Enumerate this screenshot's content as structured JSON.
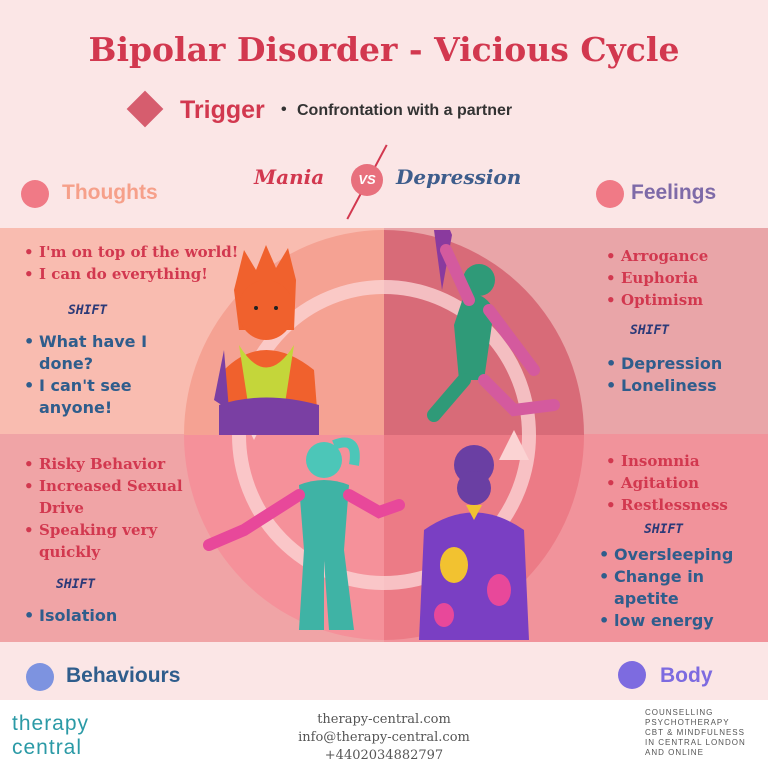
{
  "title": "Bipolar Disorder - Vicious Cycle",
  "trigger": {
    "label": "Trigger",
    "bullet": "•",
    "text": "Confrontation with a partner"
  },
  "versus": {
    "left": "Mania",
    "middle": "VS",
    "right": "Depression"
  },
  "categories": {
    "thoughts": {
      "label": "Thoughts",
      "color": "#f07a86",
      "label_color": "#f6a08a"
    },
    "feelings": {
      "label": "Feelings",
      "color": "#f07a86",
      "label_color": "#7e6aa8"
    },
    "behaviours": {
      "label": "Behaviours",
      "color": "#7d93e0",
      "label_color": "#2f5d8c"
    },
    "body": {
      "label": "Body",
      "color": "#7d6be0",
      "label_color": "#7d6be0"
    }
  },
  "thoughts": {
    "mania": [
      "I'm on top of the world!",
      "I can do everything!"
    ],
    "shift": "SHIFT",
    "depression": [
      "What have I done?",
      "I can't see anyone!"
    ]
  },
  "feelings": {
    "mania": [
      "Arrogance",
      "Euphoria",
      "Optimism"
    ],
    "shift": "SHIFT",
    "depression": [
      "Depression",
      "Loneliness"
    ]
  },
  "behaviours": {
    "mania": [
      "Risky Behavior",
      "Increased Sexual Drive",
      "Speaking very quickly"
    ],
    "shift": "SHIFT",
    "depression": [
      "Isolation"
    ]
  },
  "body": {
    "mania": [
      "Insomnia",
      "Agitation",
      "Restlessness"
    ],
    "shift": "SHIFT",
    "depression": [
      "Oversleeping",
      "Change in apetite",
      "low energy"
    ]
  },
  "bullet": "•",
  "footer": {
    "logo_line1": "therapy",
    "logo_line2": "central",
    "website": "therapy-central.com",
    "email": "info@therapy-central.com",
    "phone": "+4402034882797",
    "tagline": [
      "COUNSELLING",
      "PSYCHOTHERAPY",
      "CBT & MINDFULNESS",
      "IN CENTRAL LONDON",
      "AND ONLINE"
    ]
  }
}
